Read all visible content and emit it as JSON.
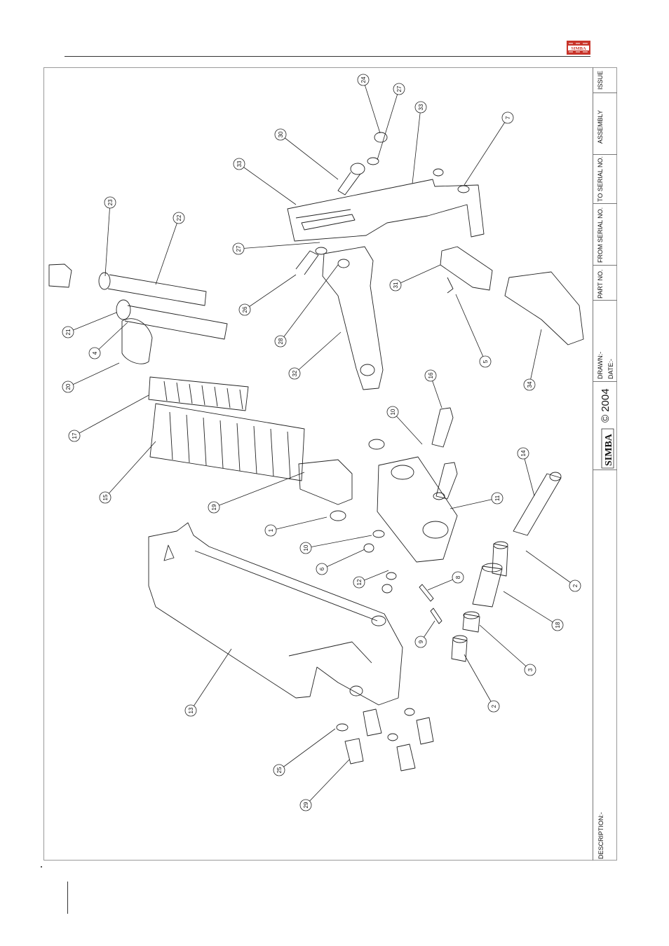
{
  "brand": {
    "logo_text": "SIMBA",
    "copyright": "© 2004"
  },
  "title_block": {
    "issue": "ISSUE",
    "assembly": "ASSEMBLY",
    "to_serial": "TO SERIAL NO.",
    "from_serial": "FROM SERIAL NO.",
    "part_no": "PART NO.",
    "drawn": "DRAWN:-",
    "date": "DATE:-",
    "description": "DESCRIPTION:-"
  },
  "callouts": [
    "24",
    "27",
    "33",
    "30",
    "7",
    "33",
    "23",
    "22",
    "27",
    "26",
    "28",
    "31",
    "5",
    "32",
    "34",
    "21",
    "4",
    "20",
    "17",
    "16",
    "10",
    "15",
    "14",
    "19",
    "11",
    "1",
    "10",
    "6",
    "12",
    "8",
    "2",
    "18",
    "9",
    "3",
    "2",
    "13",
    "25",
    "29"
  ]
}
